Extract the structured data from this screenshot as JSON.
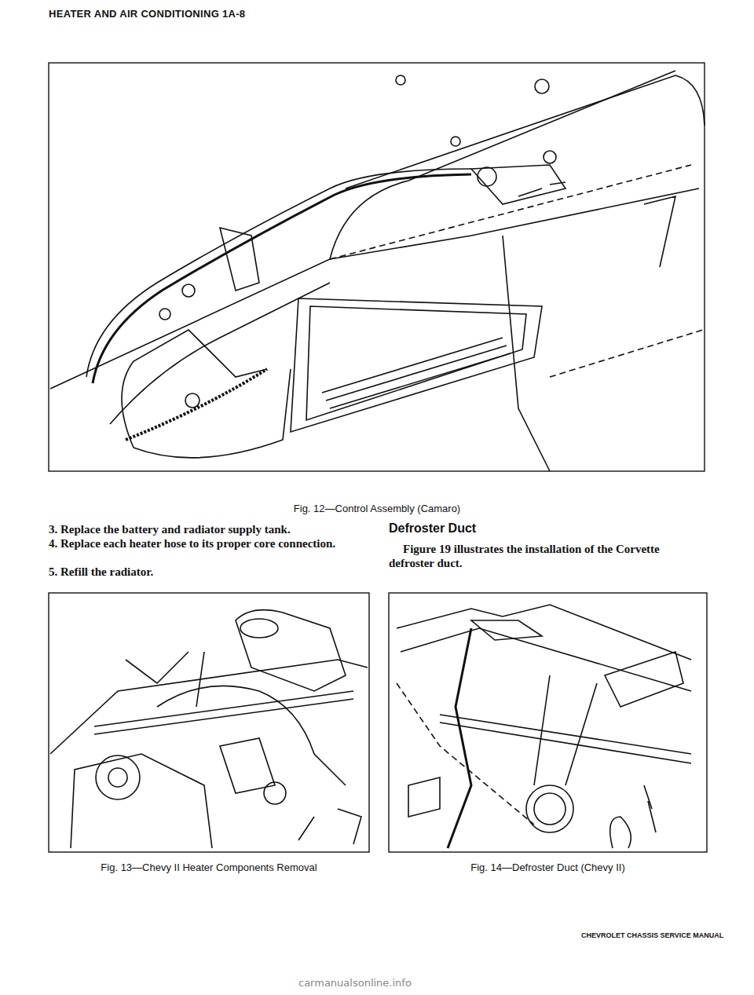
{
  "diagram": {
    "labels": [
      "HEATER AND AIR CONDITIONING 1A-8",
      "Fig. 12—Control Assembly (Camaro)",
      "3. Replace the battery and radiator supply tank.",
      "4. Replace each heater hose to its proper core connection.",
      "5. Refill the radiator.",
      "Defroster Duct",
      "Figure 19 illustrates the installation of the Corvette defroster duct.",
      "Fig. 13—Chevy II Heater Components Removal",
      "Fig. 14—Defroster Duct (Chevy II)",
      "CHEVROLET CHASSIS SERVICE MANUAL",
      "carmanualsonline.info"
    ]
  }
}
